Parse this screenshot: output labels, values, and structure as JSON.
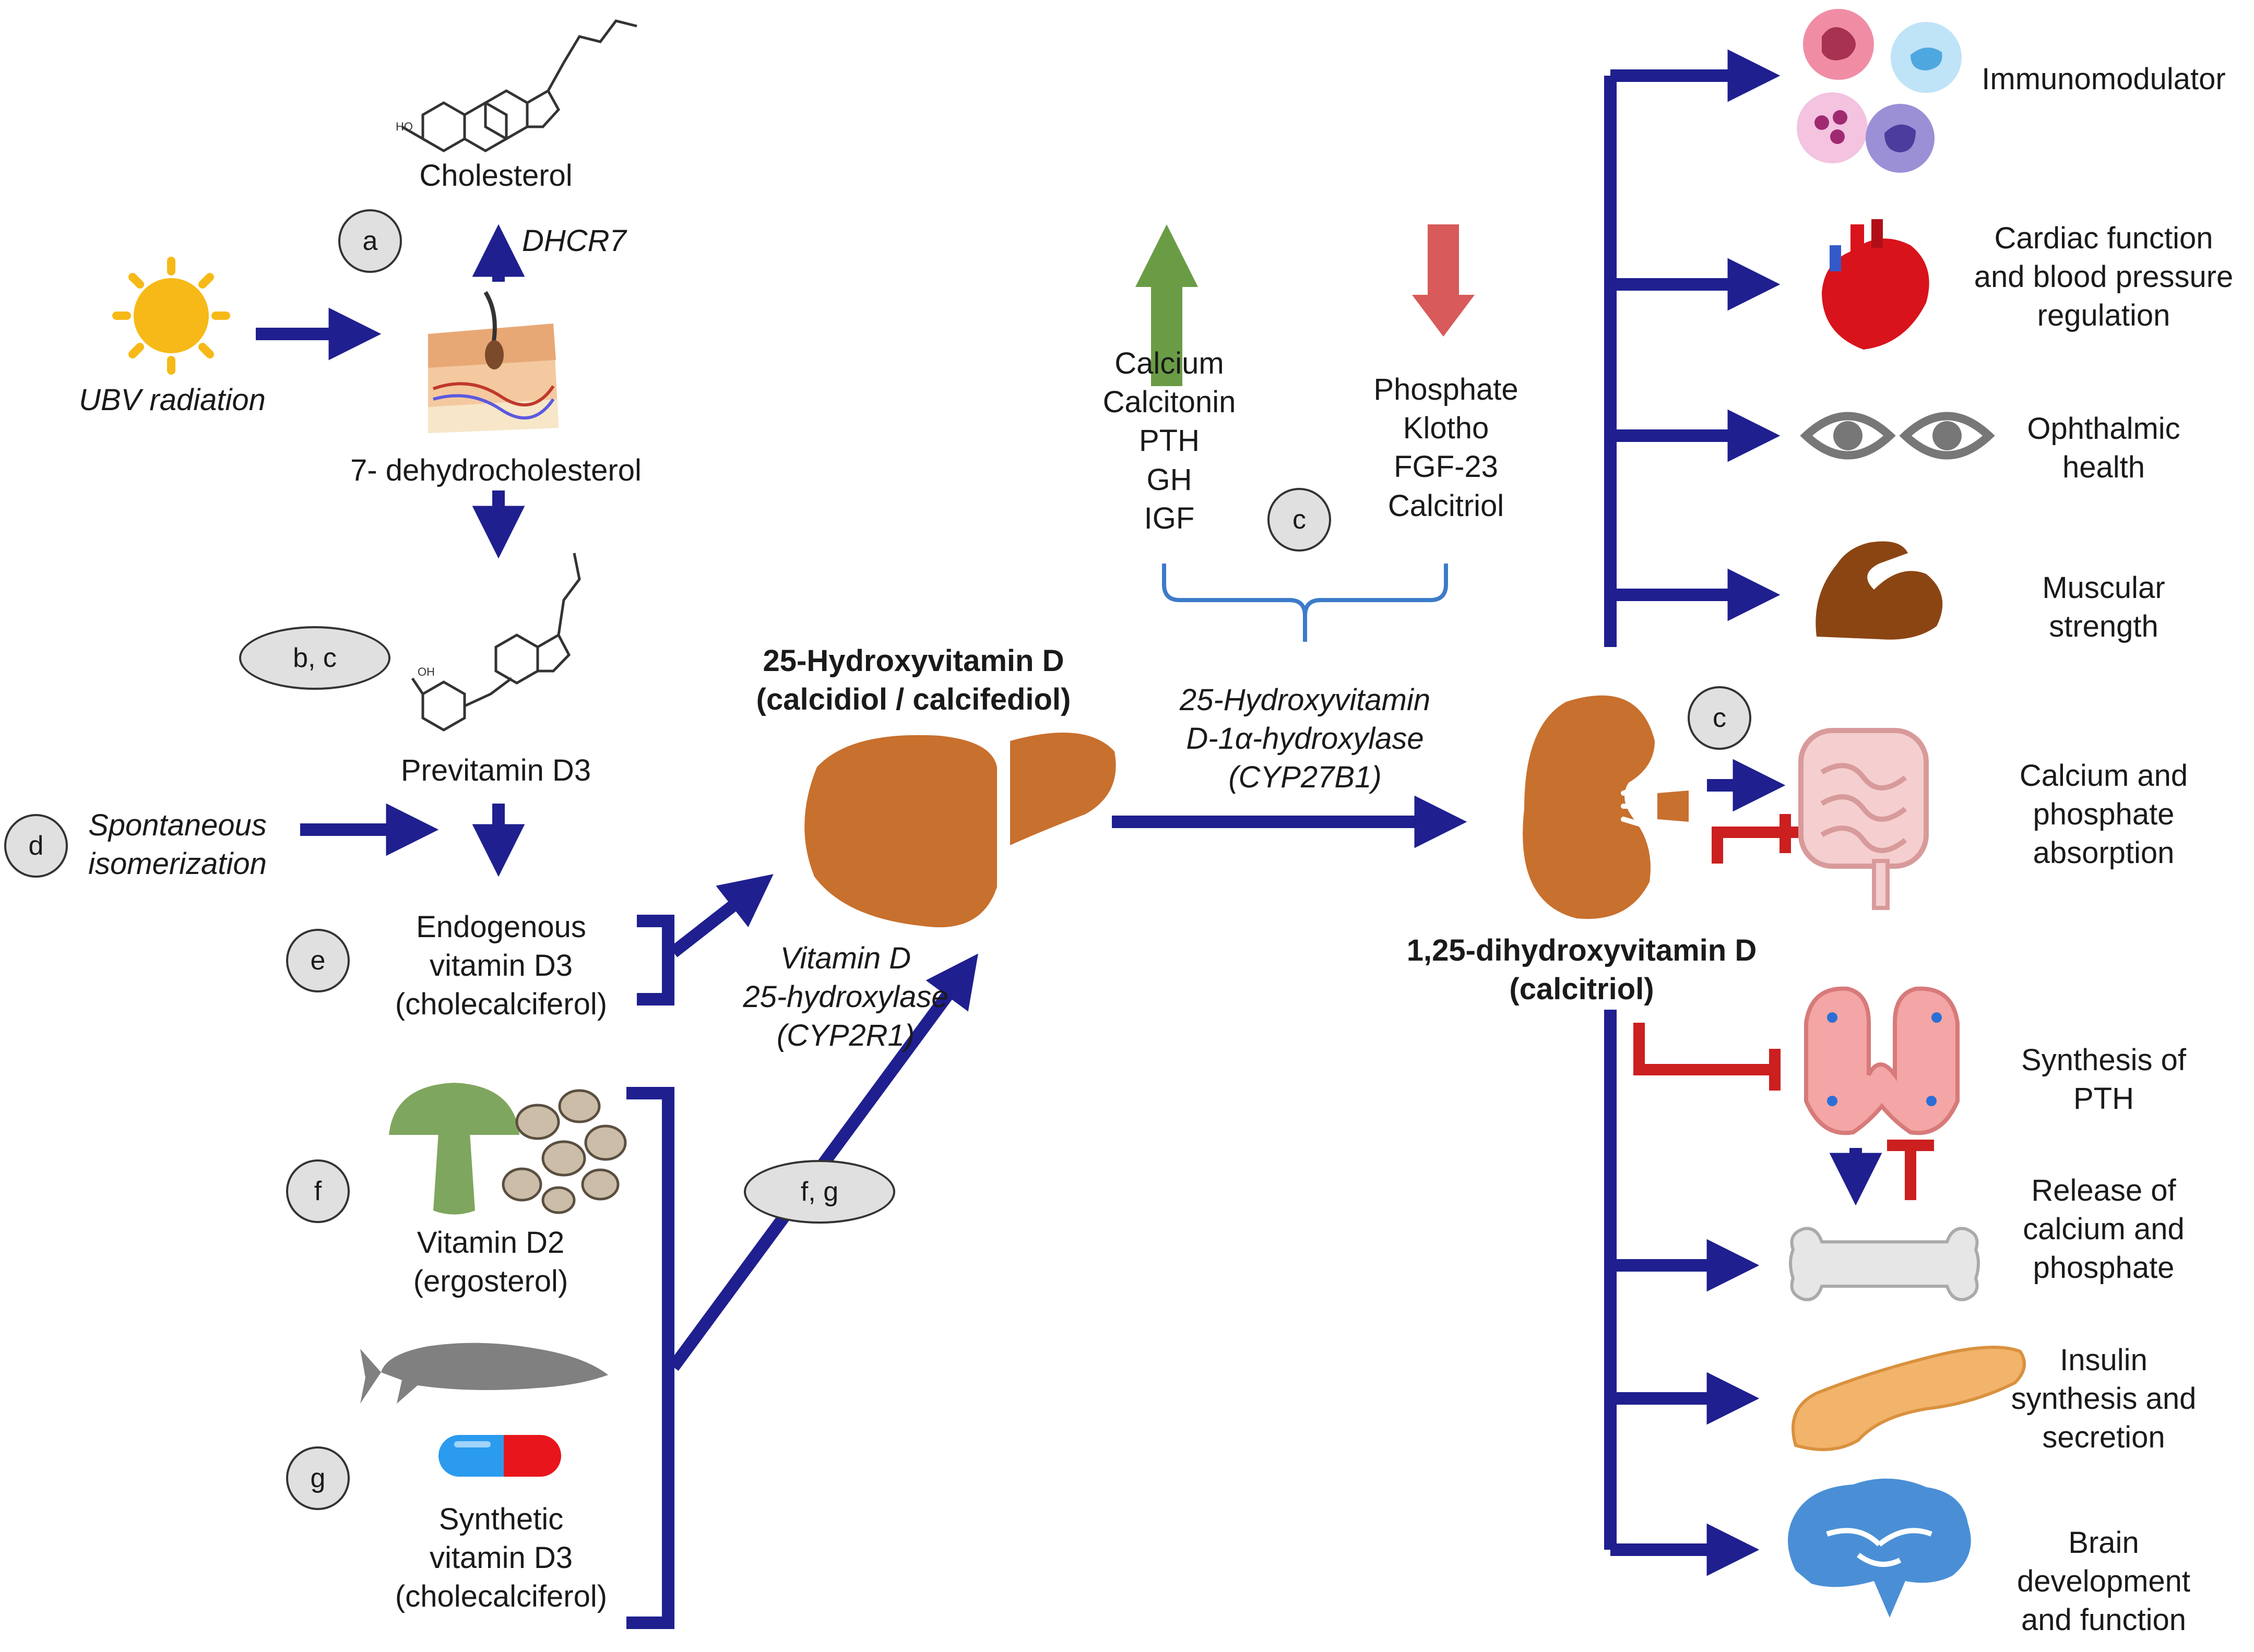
{
  "colors": {
    "pathway_arrow": "#1f1f8f",
    "inhibit": "#cc1f1f",
    "increase": "#6a9c45",
    "decrease": "#d85a5a",
    "bracket": "#3d7bc9",
    "organ_brown": "#c8702e",
    "badge_fill": "#e0e0e0"
  },
  "source": {
    "uvb": "UBV radiation",
    "cholesterol": "Cholesterol",
    "enzyme_dhcr7": "DHCR7",
    "dehydrocholesterol": "7- dehydrocholesterol",
    "previtamin": "Previtamin D3",
    "spontaneous": "Spontaneous\nisomerization",
    "endogenous": "Endogenous\nvitamin D3\n(cholecalciferol)",
    "vitamin_d2": "Vitamin D2\n(ergosterol)",
    "synthetic": "Synthetic\nvitamin D3\n(cholecalciferol)"
  },
  "badges": {
    "a": "a",
    "bc": "b, c",
    "d": "d",
    "e": "e",
    "f": "f",
    "g": "g",
    "fg": "f, g",
    "c_reg": "c",
    "c_kidney": "c"
  },
  "liver": {
    "product": "25-Hydroxyvitamin D\n(calcidiol / calcifediol)",
    "enzyme": "Vitamin D\n25-hydroxylase\n(CYP2R1)"
  },
  "regulators": {
    "stimulators": "Calcium\nCalcitonin\nPTH\nGH\nIGF",
    "inhibitors": "Phosphate\nKlotho\nFGF-23\nCalcitriol"
  },
  "kidney": {
    "enzyme": "25-Hydroxyvitamin\nD-1α-hydroxylase\n(CYP27B1)",
    "product": "1,25-dihydroxyvitamin D\n(calcitriol)"
  },
  "effects": [
    {
      "label": "Immunomodulator",
      "icon": "immune-cells-icon"
    },
    {
      "label": "Cardiac function\nand blood pressure\nregulation",
      "icon": "heart-icon"
    },
    {
      "label": "Ophthalmic\nhealth",
      "icon": "eyes-icon"
    },
    {
      "label": "Muscular\nstrength",
      "icon": "muscle-icon"
    },
    {
      "label": "Calcium and\nphosphate\nabsorption",
      "icon": "intestine-icon"
    },
    {
      "label": "Synthesis of\nPTH",
      "icon": "thyroid-icon"
    },
    {
      "label": "Release of\ncalcium and\nphosphate",
      "icon": "bone-icon"
    },
    {
      "label": "Insulin\nsynthesis and\nsecretion",
      "icon": "pancreas-icon"
    },
    {
      "label": "Brain\ndevelopment\nand function",
      "icon": "brain-icon"
    }
  ]
}
